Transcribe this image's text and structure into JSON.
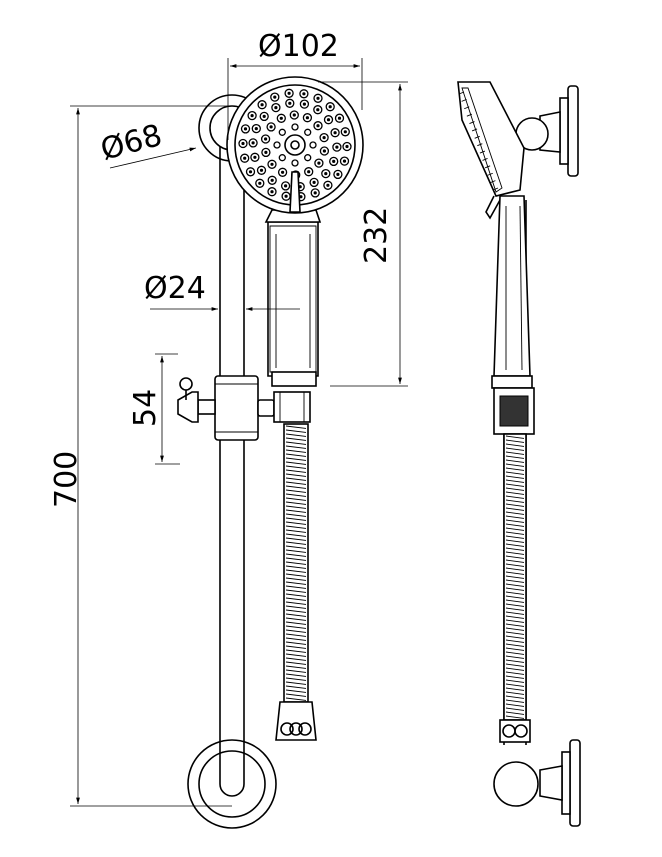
{
  "dimensions": {
    "head_diameter": "Ø102",
    "wall_flange_diameter": "Ø68",
    "rail_diameter": "Ø24",
    "handset_length": "232",
    "slider_height": "54",
    "rail_length": "700"
  }
}
